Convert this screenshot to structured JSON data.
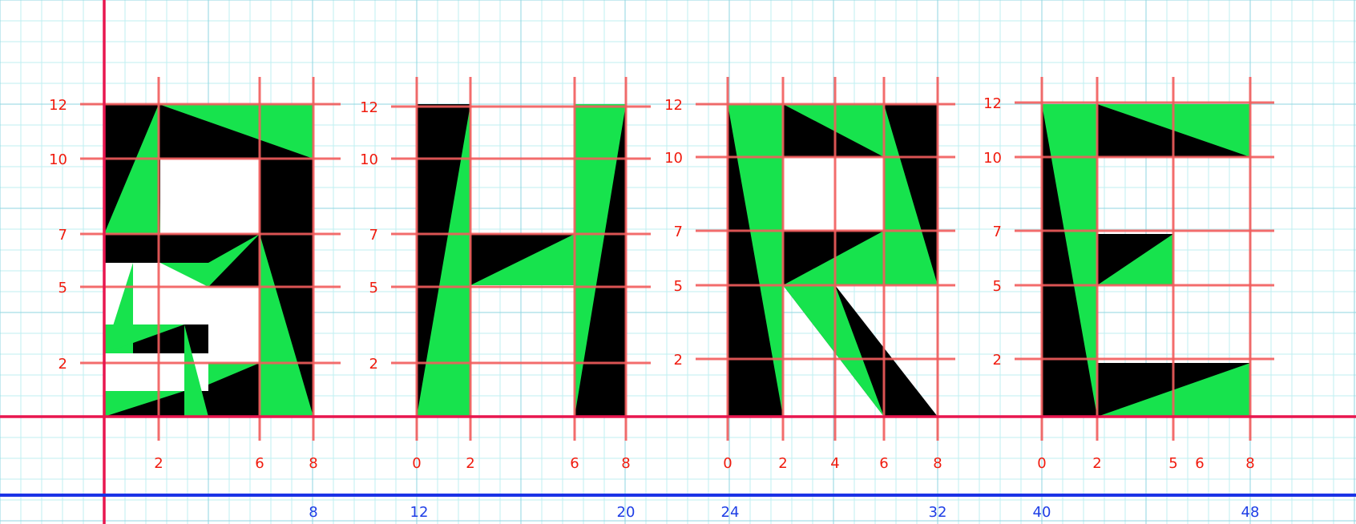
{
  "colors": {
    "grid_fine": "#bfeff2",
    "grid_major": "#8fd6e0",
    "guide": "#f25c5c",
    "axis_red": "#e8164f",
    "axis_blue": "#1b33e6",
    "label_red": "#f01b0e",
    "label_blue": "#1e3ee6",
    "green": "#17e34d",
    "black": "#000000"
  },
  "bottom_axis_ticks": [
    "8",
    "12",
    "20",
    "24",
    "32",
    "40",
    "48"
  ],
  "letters": [
    {
      "id": "G",
      "x_ticks": [
        "2",
        "6",
        "8"
      ],
      "y_ticks": [
        "12",
        "10",
        "7",
        "5",
        "2"
      ]
    },
    {
      "id": "H",
      "x_ticks": [
        "0",
        "2",
        "6",
        "8"
      ],
      "y_ticks": [
        "12",
        "10",
        "7",
        "5",
        "2"
      ]
    },
    {
      "id": "R",
      "x_ticks": [
        "0",
        "2",
        "4",
        "6",
        "8"
      ],
      "y_ticks": [
        "12",
        "10",
        "7",
        "5",
        "2"
      ]
    },
    {
      "id": "E",
      "x_ticks": [
        "0",
        "2",
        "5",
        "6",
        "8"
      ],
      "y_ticks": [
        "12",
        "10",
        "7",
        "5",
        "2"
      ]
    }
  ]
}
